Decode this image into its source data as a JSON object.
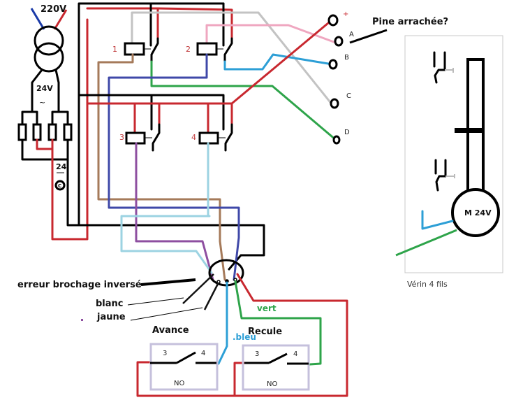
{
  "diagram": {
    "title_labels": {
      "supply_primary": "220V",
      "supply_secondary": "24V",
      "capacitor_value": "24",
      "capacitor_symbol": "C",
      "dc_symbol": "=="
    },
    "relays": [
      {
        "id": "1",
        "label": "1"
      },
      {
        "id": "2",
        "label": "2"
      },
      {
        "id": "3",
        "label": "3"
      },
      {
        "id": "4",
        "label": "4"
      }
    ],
    "terminals": [
      {
        "id": "plus",
        "label": "+"
      },
      {
        "id": "A",
        "label": "A"
      },
      {
        "id": "B",
        "label": "B"
      },
      {
        "id": "C",
        "label": "C"
      },
      {
        "id": "D",
        "label": "D"
      }
    ],
    "annotations": {
      "pin_question": "Pine arrachée?",
      "wiring_error": "erreur brochage inversé",
      "blanc": "blanc",
      "jaune": "jaune",
      "vert": "vert",
      "bleu": ".bleu"
    },
    "switches": [
      {
        "id": "avance",
        "title": "Avance",
        "terminal_left": "3",
        "terminal_right": "4",
        "type": "NO"
      },
      {
        "id": "recule",
        "title": "Recule",
        "terminal_left": "3",
        "terminal_right": "4",
        "type": "NO"
      }
    ],
    "actuator": {
      "motor_label": "M 24V",
      "caption": "Vérin 4 fils"
    },
    "wire_colors": {
      "red": "#c8282f",
      "black": "#000000",
      "grey": "#c3c3c3",
      "pink": "#efa7c0",
      "brown": "#a57a5a",
      "navy": "#3f48a8",
      "green": "#2ea44a",
      "lightblue": "#9cd3e2",
      "cyan": "#2d9fd6",
      "purple": "#8e4fa0",
      "blue_primary": "#1a3aa8",
      "switch_box": "#c5c0dc",
      "frame": "#c8c8c8"
    }
  }
}
